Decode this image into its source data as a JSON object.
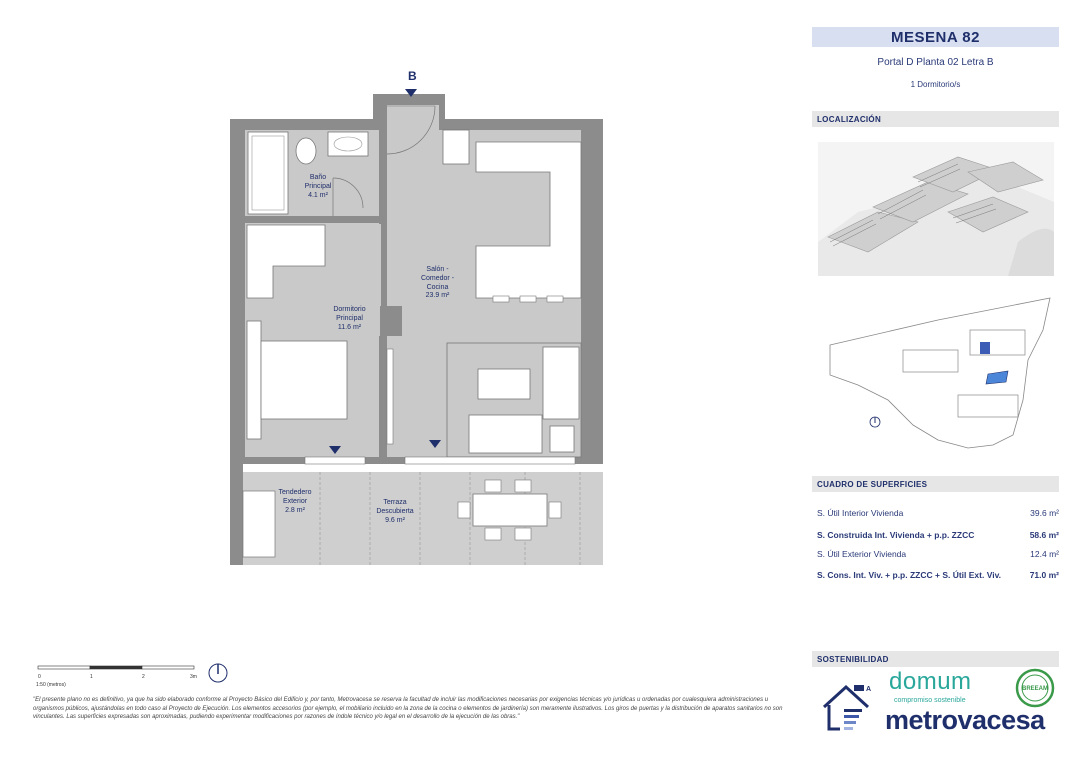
{
  "header": {
    "title": "MESENA 82",
    "portal": "Portal D Planta 02 Letra B",
    "bedrooms": "1 Dormitorio/s"
  },
  "sections": {
    "location": "LOCALIZACIÓN",
    "surfaces": "CUADRO DE SUPERFICIES",
    "sustainability": "SOSTENIBILIDAD"
  },
  "surfaces": [
    {
      "label": "S. Útil Interior Vivienda",
      "value": "39.6 m²",
      "bold": false
    },
    {
      "label": "S. Construida Int. Vivienda + p.p. ZZCC",
      "value": "58.6 m²",
      "bold": true
    },
    {
      "label": "S. Útil Exterior Vivienda",
      "value": "12.4 m²",
      "bold": false
    },
    {
      "label": "S. Cons. Int. Viv. + p.p. ZZCC + S. Útil Ext. Viv.",
      "value": "71.0 m²",
      "bold": true
    }
  ],
  "rooms": {
    "bano": {
      "name1": "Baño",
      "name2": "Principal",
      "area": "4.1 m²"
    },
    "dormitorio": {
      "name1": "Dormitorio",
      "name2": "Principal",
      "area": "11.6 m²"
    },
    "salon": {
      "name1": "Salón -",
      "name2": "Comedor -",
      "name3": "Cocina",
      "area": "23.9 m²"
    },
    "tendedero": {
      "name1": "Tendedero",
      "name2": "Exterior",
      "area": "2.8 m²"
    },
    "terraza": {
      "name1": "Terraza",
      "name2": "Descubierta",
      "area": "9.6 m²"
    }
  },
  "plan": {
    "entrance_letter": "B"
  },
  "scale": {
    "ticks": [
      "0",
      "1",
      "2",
      "3m"
    ],
    "label": "1:50 (metros)"
  },
  "brands": {
    "domum": "domum",
    "domum_tagline": "compromiso sostenible",
    "breeam": "BREEAM",
    "metrovacesa": "metrovacesa"
  },
  "disclaimer": "\"El presente plano no es definitivo, ya que ha sido elaborado conforme al Proyecto Básico del Edificio y, por tanto, Metrovacesa se reserva la facultad de incluir las modificaciones necesarias por exigencias técnicas y/o jurídicas u ordenadas por cualesquiera administraciones u organismos públicos, ajustándolas en todo caso al Proyecto de Ejecución. Los elementos accesorios (por ejemplo, el mobiliario incluido en la zona de la cocina o elementos de jardinería) son meramente ilustrativos. Los giros de puertas y la distribución de aparatos sanitarios no son vinculantes. Las superficies expresadas son aproximadas, pudiendo experimentar modificaciones por razones de índole técnico y/o legal en el desarrollo de la ejecución de las obras.\"",
  "colors": {
    "navy": "#1f2f6b",
    "wall": "#8c8c8c",
    "floor": "#c9c9c9",
    "header_bar": "#d8dff0",
    "section_bar": "#e6e6e6",
    "domum_green": "#2aa79b"
  }
}
